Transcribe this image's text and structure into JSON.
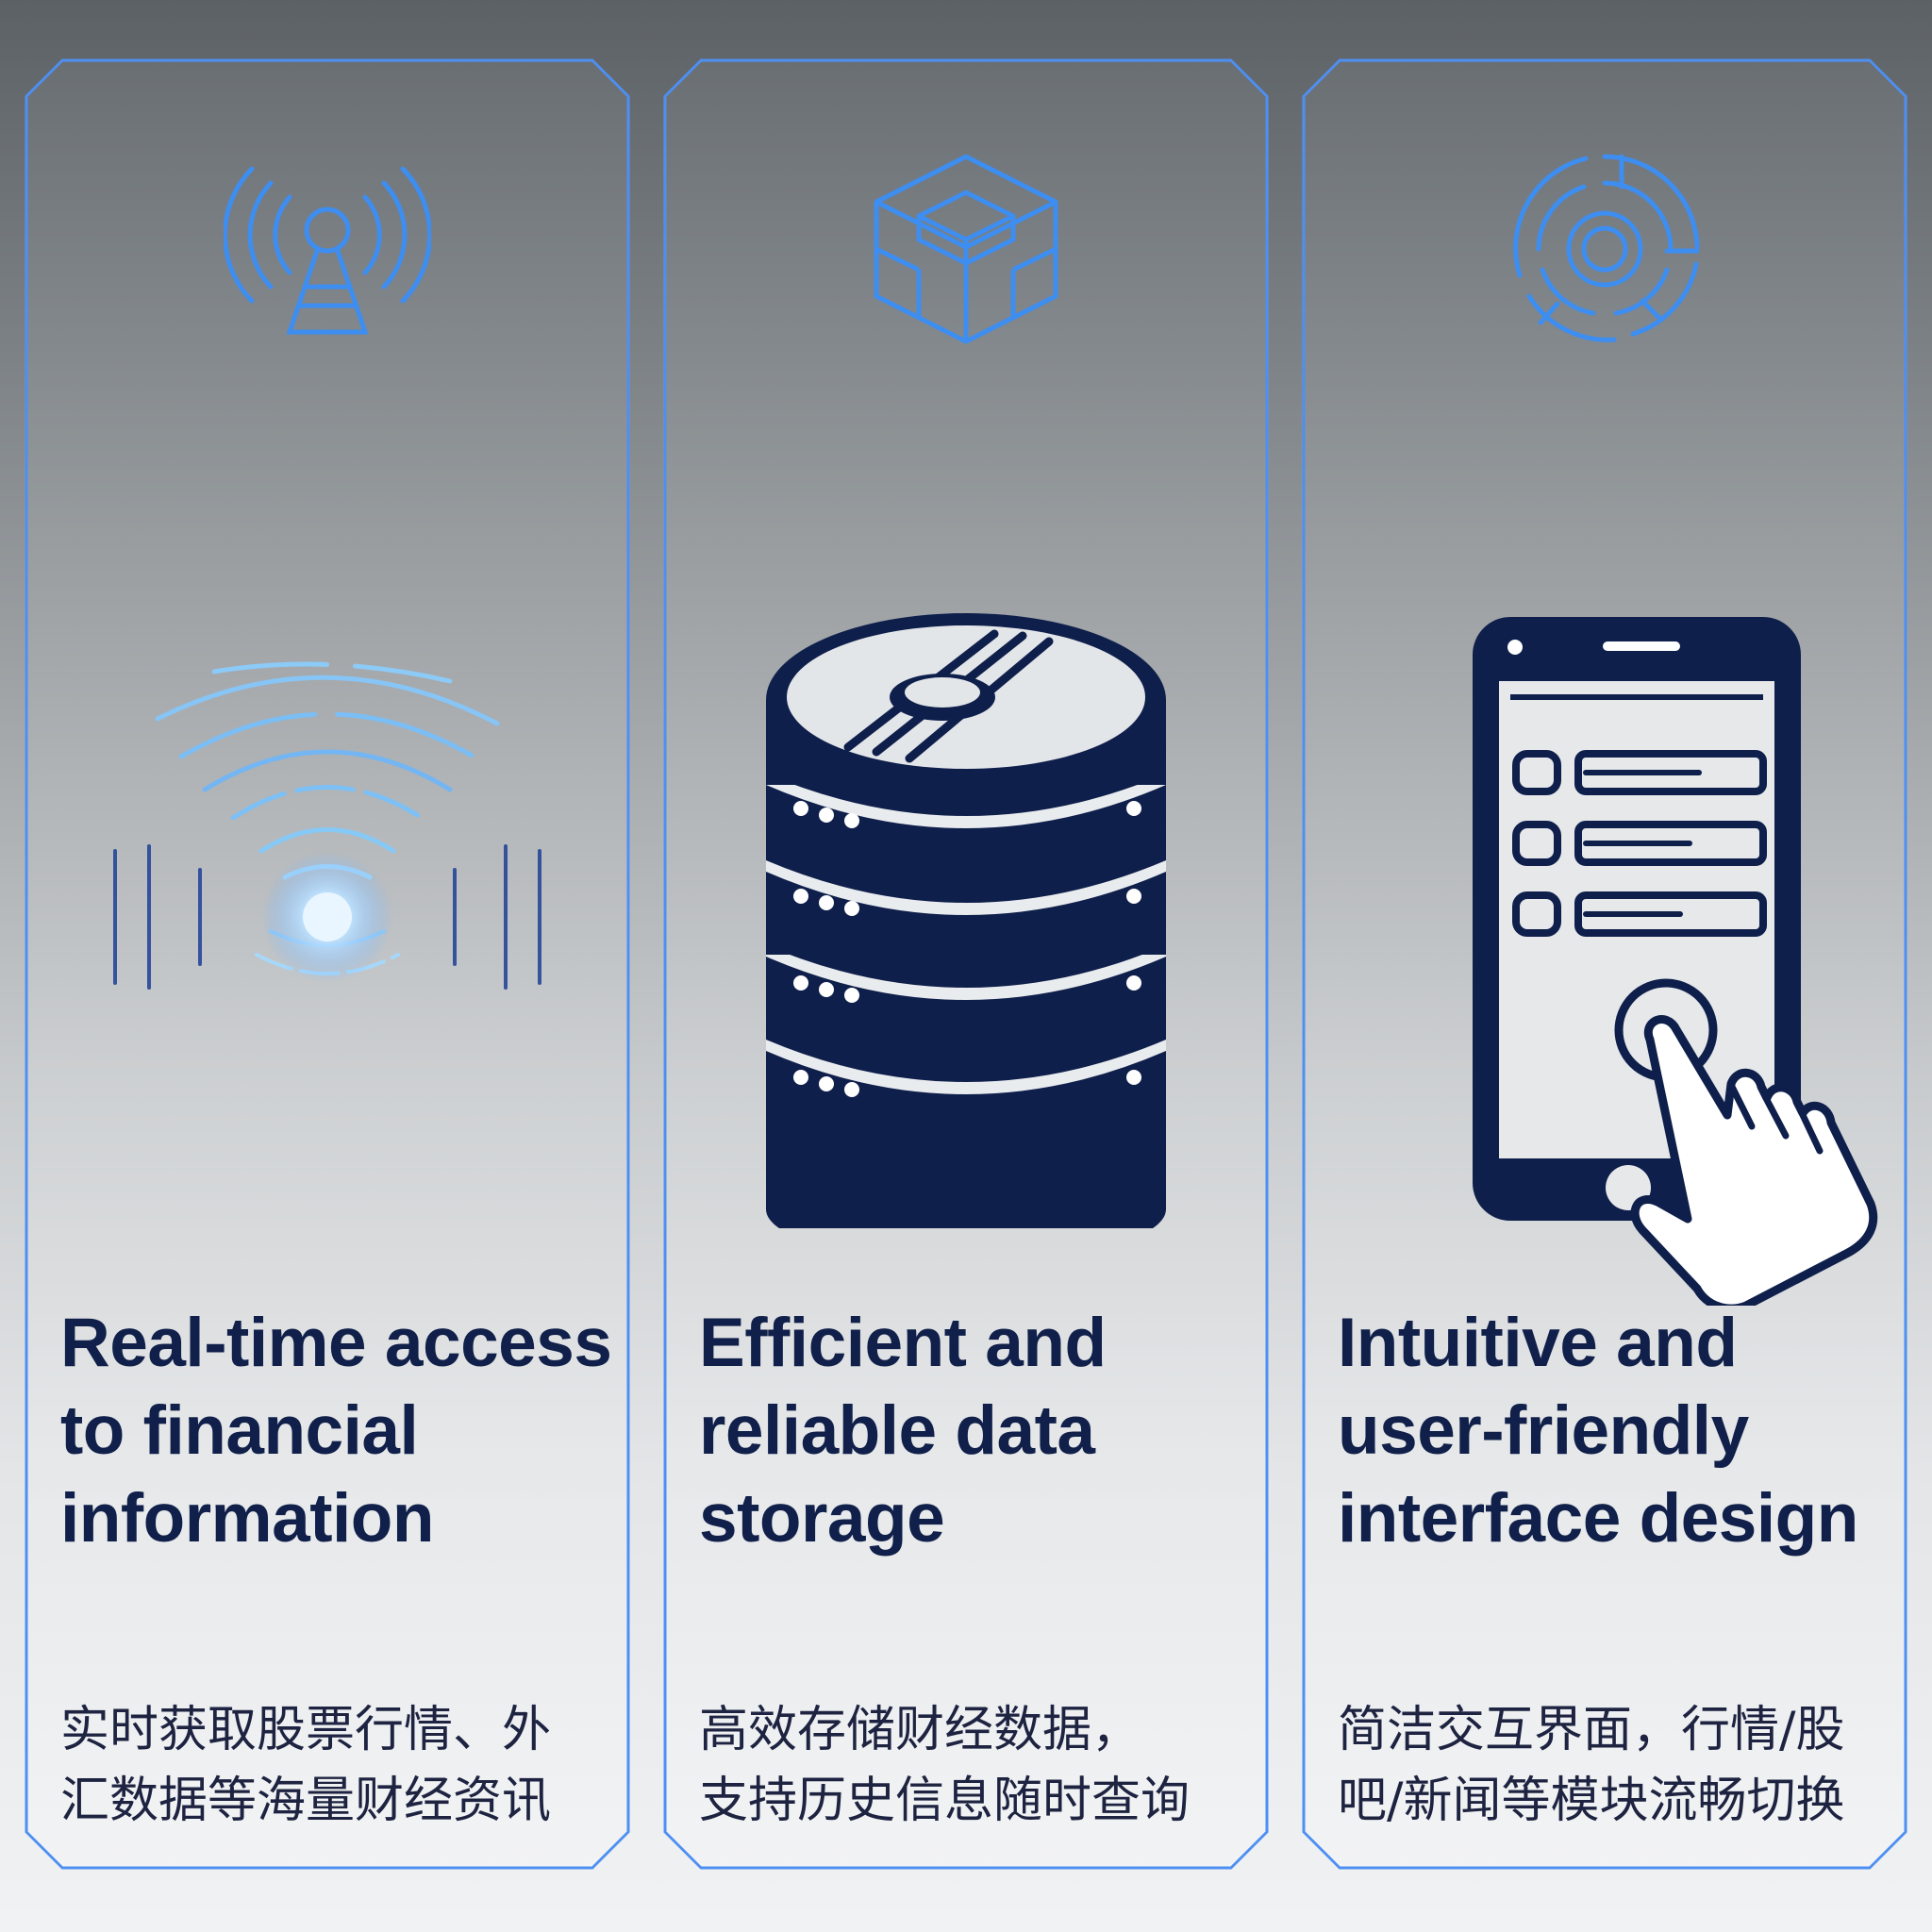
{
  "colors": {
    "accent_blue": "#3d8ef0",
    "light_blue": "#74b6f5",
    "navy": "#0f1f4b",
    "panel_border": "#4d8ff2"
  },
  "panels": [
    {
      "top_icon": "broadcast-tower-icon",
      "illustration": "audio-waveform-signal-icon",
      "title": "Real-time access\nto financial\ninformation",
      "subtitle": "实时获取股票行情、外\n汇数据等海量财经资讯"
    },
    {
      "top_icon": "modular-cube-icon",
      "illustration": "database-server-stack-icon",
      "title": "Efficient and\nreliable data\nstorage",
      "subtitle": "高效存储财经数据，\n支持历史信息随时查询"
    },
    {
      "top_icon": "segmented-circle-icon",
      "illustration": "smartphone-touch-icon",
      "title": "Intuitive and\nuser-friendly\ninterface design",
      "subtitle": "简洁交互界面，行情/股\n吧/新闻等模块流畅切换"
    }
  ]
}
